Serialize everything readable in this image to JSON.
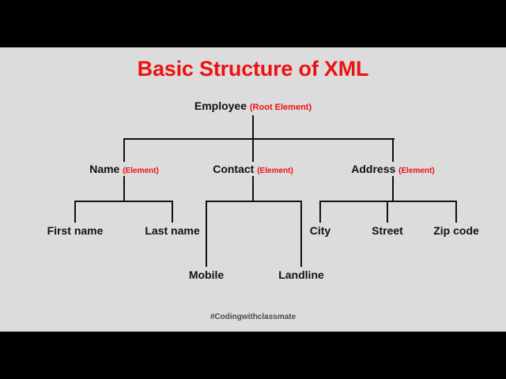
{
  "slide": {
    "title": "Basic Structure of XML",
    "footer": "#Codingwithclassmate",
    "background_color": "#dcdcdc",
    "letterbox_color": "#000000",
    "accent_color": "#ee1111",
    "text_color": "#111111",
    "line_color": "#111111",
    "footer_color": "#4a4a4a"
  },
  "diagram": {
    "type": "tree",
    "root": {
      "name": "Employee",
      "tag": "(Root Element)"
    },
    "level2": [
      {
        "name": "Name",
        "tag": "(Element)"
      },
      {
        "name": "Contact",
        "tag": "(Element)"
      },
      {
        "name": "Address",
        "tag": "(Element)"
      }
    ],
    "name_children": [
      {
        "name": "First name"
      },
      {
        "name": "Last name"
      }
    ],
    "contact_children": [
      {
        "name": "Mobile"
      },
      {
        "name": "Landline"
      }
    ],
    "address_children": [
      {
        "name": "City"
      },
      {
        "name": "Street"
      },
      {
        "name": "Zip code"
      }
    ]
  }
}
